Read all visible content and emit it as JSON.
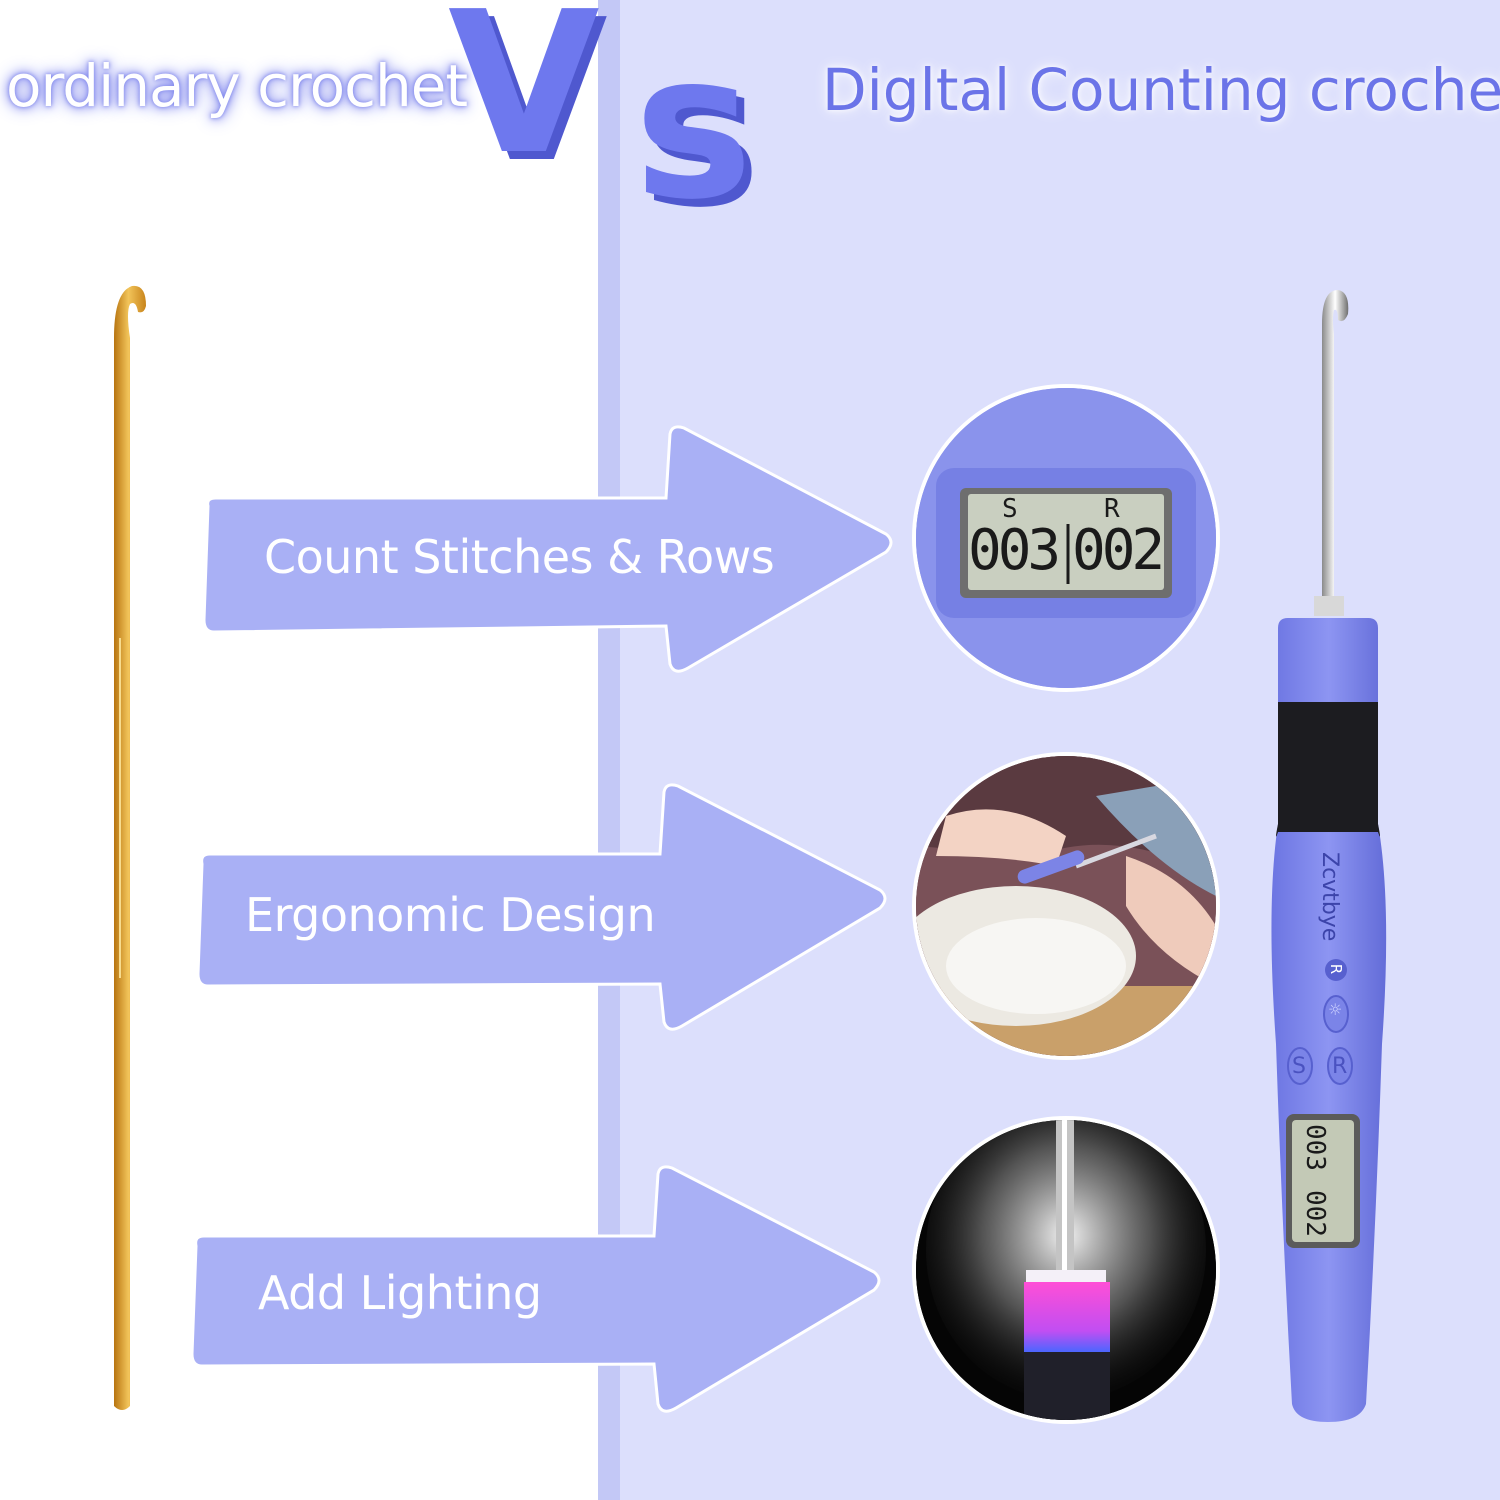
{
  "header": {
    "left_title": "ordinary crochet",
    "vs_v": "V",
    "vs_s": "s",
    "right_title": "Digltal Counting crochet"
  },
  "features": [
    {
      "label": "Count Stitches & Rows"
    },
    {
      "label": "Ergonomic Design"
    },
    {
      "label": "Add Lighting"
    }
  ],
  "counter_display": {
    "stitch_label": "S",
    "row_label": "R",
    "stitch_count": "003",
    "row_count": "002"
  },
  "product": {
    "brand": "Zcvtbye",
    "button_light": "☼",
    "button_s": "S",
    "button_r": "R",
    "reg_mark": "R"
  },
  "colors": {
    "accent": "#6e78ee",
    "panel": "#dcdffc",
    "arrow": "#a9b0f5",
    "hook_gold": "#e0a634"
  }
}
